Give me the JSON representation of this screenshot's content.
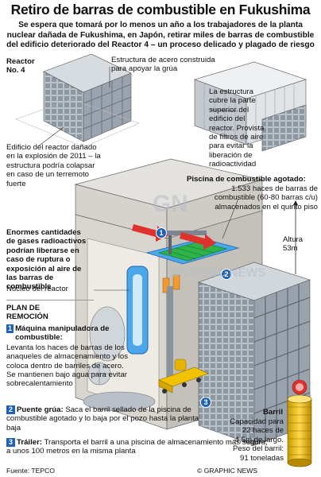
{
  "title": "Retiro de barras de combustible en Fukushima",
  "subtitle": "Se espera que tomará por lo menos un año a los trabajadores de la planta nuclear dañada de Fukushima, en Japón, retirar miles de barras de combustible del edificio deteriorado del Reactor 4 – un proceso delicado y plagado de riesgo",
  "reactor_label": "Reactor No. 4",
  "labels": {
    "steel_structure": "Estructura de acero construida para apoyar la grúa",
    "cover": "La estructura cubre la parte superior del edificio del reactor. Provista de filtros de aire para evitar la liberación de radioactividad",
    "damaged_building": "Edificio del reactor dañado en la explosión de 2011 – la estructura podría colapsar en caso de un terremoto fuerte",
    "pool_title": "Piscina de combustible agotado:",
    "pool_text": "1.533 haces de barras de combustible (60-80 barras c/u) almacenados en el quinto piso",
    "gases": "Enormes cantidades de gases radioactivos podrían liberarse en caso de ruptura o exposición al aire de las barras de combustible",
    "height": "Altura 53m",
    "core": "Núcleo del reactor",
    "cask_title": "Barril",
    "cask_text": "Capacidad para 22 haces de 4,5m de largo. Peso del barril: 91 toneladas"
  },
  "plan": {
    "heading": "PLAN DE REMOCIÓN",
    "steps": [
      {
        "num": "1",
        "title": "Máquina manipuladora de combustible:",
        "text": "Levanta los haces de barras de los anaqueles de almacenamiento y los coloca dentro de barriles de acero. Se mantienen bajo agua para evitar sobrecalentamiento"
      },
      {
        "num": "2",
        "title": "Puente grúa:",
        "text": "Saca el barril sellado de la piscina de combustible agotado y lo baja por el pozo hasta la planta baja"
      },
      {
        "num": "3",
        "title": "Tráiler:",
        "text": "Transporta el barril a una piscina de almacenamiento más segura, a unos 100 metros en la misma planta"
      }
    ]
  },
  "markers": [
    "1",
    "2",
    "3"
  ],
  "watermark": "GRAPHIC NEWS",
  "watermark_short": "GN",
  "source": "Fuente: TEPCO",
  "credit": "© GRAPHIC NEWS",
  "colors": {
    "accent_blue": "#1e63b8",
    "water_blue": "#4aa8e8",
    "rack_green": "#2fb24a",
    "arrow_red": "#e0322c",
    "cask_yellow": "#f2c200",
    "building_grey": "#9aa3ad"
  }
}
